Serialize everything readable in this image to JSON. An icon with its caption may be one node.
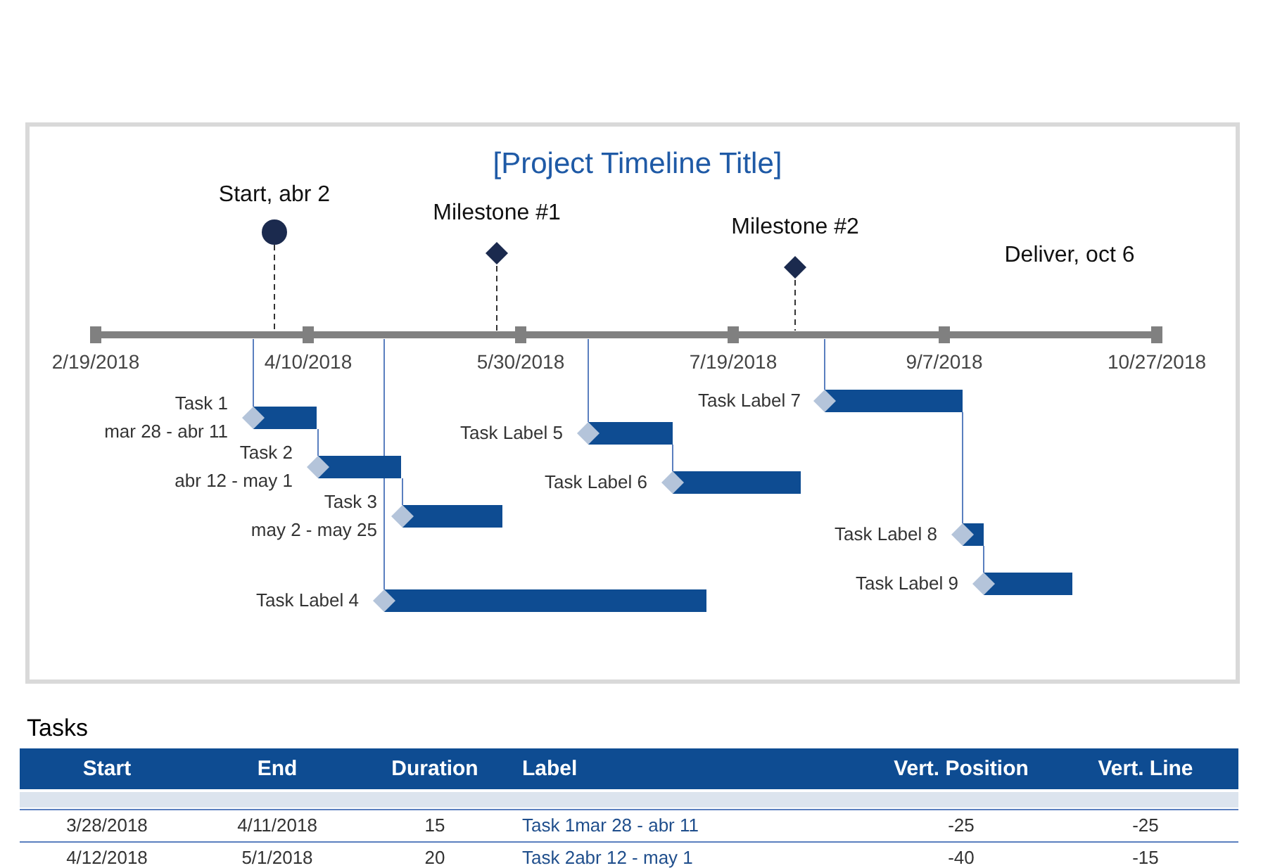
{
  "diagram": {
    "title": "[Project Timeline Title]",
    "nodes": [
      {
        "text": [],
        "shape": "circle",
        "beside": [
          "Start, abr 2"
        ]
      },
      {
        "text": [],
        "shape": "diamond",
        "beside": [
          "Milestone #1"
        ]
      },
      {
        "text": [],
        "shape": "diamond",
        "beside": [
          "Milestone #2"
        ]
      },
      {
        "text": [],
        "shape": "bar",
        "beside": [
          "Task 1",
          "mar 28 - abr 11"
        ]
      },
      {
        "text": [],
        "shape": "bar",
        "beside": [
          "Task 2",
          "abr 12 - may 1"
        ]
      },
      {
        "text": [],
        "shape": "bar",
        "beside": [
          "Task 3",
          "may 2 - may 25"
        ]
      },
      {
        "text": [],
        "shape": "bar",
        "beside": [
          "Task Label 4"
        ]
      },
      {
        "text": [],
        "shape": "bar",
        "beside": [
          "Task Label 5"
        ]
      },
      {
        "text": [],
        "shape": "bar",
        "beside": [
          "Task Label 6"
        ]
      },
      {
        "text": [],
        "shape": "bar",
        "beside": [
          "Task Label 7"
        ]
      },
      {
        "text": [],
        "shape": "bar",
        "beside": [
          "Task Label 8"
        ]
      },
      {
        "text": [],
        "shape": "bar",
        "beside": [
          "Task Label 9"
        ]
      }
    ],
    "edges": [
      {
        "from": 3,
        "to": 4,
        "arrow": "none"
      },
      {
        "from": 4,
        "to": 5,
        "arrow": "none"
      },
      {
        "from": 7,
        "to": 8,
        "arrow": "none"
      },
      {
        "from": 9,
        "to": 10,
        "arrow": "none"
      },
      {
        "from": 10,
        "to": 11,
        "arrow": "none"
      }
    ],
    "labels": [
      "Deliver, oct 6",
      "2/19/2018",
      "4/10/2018",
      "5/30/2018",
      "7/19/2018",
      "9/7/2018",
      "10/27/2018",
      "Tasks",
      "Start",
      "End",
      "Duration",
      "Label",
      "Vert. Position",
      "Vert. Line",
      "3/28/2018",
      "4/11/2018",
      "15",
      "Task 1mar 28 - abr 11",
      "-25",
      "-25",
      "4/12/2018",
      "5/1/2018",
      "20",
      "Task 2abr 12 - may 1",
      "-40",
      "-15"
    ]
  }
}
